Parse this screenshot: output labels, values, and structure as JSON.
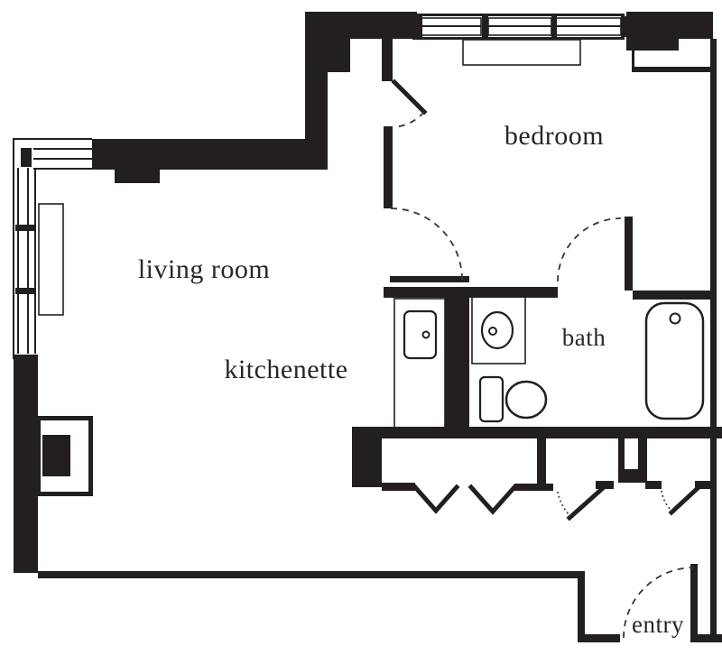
{
  "title": "apartment floor plan",
  "colors": {
    "wall": "#231f20",
    "line": "#3a3536",
    "label": "#2a2526",
    "background": "#ffffff"
  },
  "rooms": {
    "living_room": "living room",
    "kitchenette": "kitchenette",
    "bedroom": "bedroom",
    "bath": "bath",
    "entry": "entry"
  },
  "fixtures": [
    "window-bank-left",
    "window-bank-top-left",
    "window-bank-bedroom",
    "window-ledge",
    "radiator",
    "fireplace",
    "kitchen-counter",
    "kitchen-sink",
    "bathroom-vanity",
    "bathroom-sink",
    "toilet",
    "bathtub",
    "bedroom-door",
    "bath-door",
    "entry-door",
    "closet-bifold-doors",
    "closet-door-left",
    "closet-door-right"
  ]
}
